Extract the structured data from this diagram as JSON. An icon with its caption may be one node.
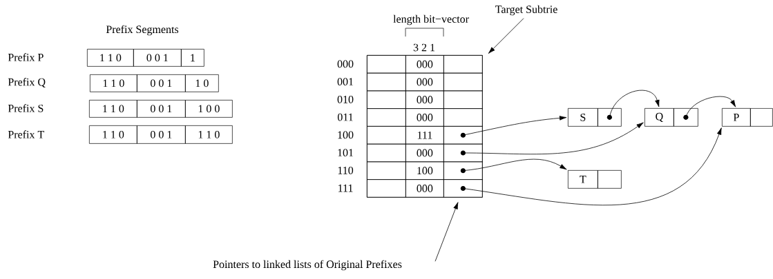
{
  "diagram": {
    "nodes": [
      {
        "text": [
          "1 1 0"
        ]
      },
      {
        "text": [
          "0 0 1"
        ]
      },
      {
        "text": [
          "1"
        ]
      },
      {
        "text": [
          "1 1 0"
        ]
      },
      {
        "text": [
          "0 0 1"
        ]
      },
      {
        "text": [
          "1 0"
        ]
      },
      {
        "text": [
          "1 1 0"
        ]
      },
      {
        "text": [
          "0 0 1"
        ]
      },
      {
        "text": [
          "1 0 0"
        ]
      },
      {
        "text": [
          "1 1 0"
        ]
      },
      {
        "text": [
          "0 0 1"
        ]
      },
      {
        "text": [
          "1 1 0"
        ]
      },
      {
        "text": [
          "Target Subtrie"
        ]
      },
      {
        "text": [],
        "shape": "box"
      },
      {
        "text": [],
        "shape": "box",
        "in": 13
      },
      {
        "text": [
          "000"
        ],
        "in": 13
      },
      {
        "text": [],
        "shape": "box",
        "in": 13
      },
      {
        "text": [],
        "shape": "box",
        "in": 13
      },
      {
        "text": [
          "000"
        ],
        "in": 13
      },
      {
        "text": [],
        "shape": "box",
        "in": 13
      },
      {
        "text": [],
        "shape": "box",
        "in": 13
      },
      {
        "text": [
          "000"
        ],
        "in": 13
      },
      {
        "text": [],
        "shape": "box",
        "in": 13
      },
      {
        "text": [],
        "shape": "box",
        "in": 13
      },
      {
        "text": [
          "000"
        ],
        "in": 13
      },
      {
        "text": [],
        "shape": "box",
        "in": 13
      },
      {
        "text": [],
        "shape": "box",
        "in": 13
      },
      {
        "text": [
          "111"
        ],
        "in": 13
      },
      {
        "text": [],
        "shape": "box",
        "in": 13
      },
      {
        "text": [],
        "shape": "box",
        "in": 13
      },
      {
        "text": [
          "000"
        ],
        "in": 13
      },
      {
        "text": [],
        "shape": "box",
        "in": 13
      },
      {
        "text": [],
        "shape": "box",
        "in": 13
      },
      {
        "text": [
          "100"
        ],
        "in": 13
      },
      {
        "text": [],
        "shape": "box",
        "in": 13
      },
      {
        "text": [],
        "shape": "box",
        "in": 13
      },
      {
        "text": [
          "000"
        ],
        "in": 13
      },
      {
        "text": [],
        "shape": "box",
        "in": 13
      },
      {
        "text": [
          "S"
        ]
      },
      {
        "text": [],
        "shape": "box"
      },
      {
        "text": [
          "Q"
        ]
      },
      {
        "text": [],
        "shape": "box"
      },
      {
        "text": [
          "P"
        ]
      },
      {
        "text": [],
        "shape": "box"
      },
      {
        "text": [
          "T"
        ]
      },
      {
        "text": [],
        "shape": "box"
      },
      {
        "text": [
          "Pointers to linked lists of Original Prefixes"
        ]
      }
    ],
    "edges": [
      {
        "from": 28,
        "to": 38,
        "arrow": "to"
      },
      {
        "from": 31,
        "to": 40,
        "arrow": "to"
      },
      {
        "from": 34,
        "to": 44,
        "arrow": "to"
      },
      {
        "from": 37,
        "to": 42,
        "arrow": "to"
      },
      {
        "from": 39,
        "to": 40,
        "arrow": "to"
      },
      {
        "from": 41,
        "to": 42,
        "arrow": "to"
      },
      {
        "from": 12,
        "to": 13,
        "arrow": "to"
      },
      {
        "from": 46,
        "to": 13,
        "arrow": "to"
      }
    ],
    "labels": [
      "Prefix  Segments",
      "Prefix  P",
      "Prefix  Q",
      "Prefix  S",
      "Prefix  T",
      "length bit−vector",
      "3 2 1",
      "000",
      "001",
      "010",
      "011",
      "100",
      "101",
      "110",
      "111"
    ]
  }
}
